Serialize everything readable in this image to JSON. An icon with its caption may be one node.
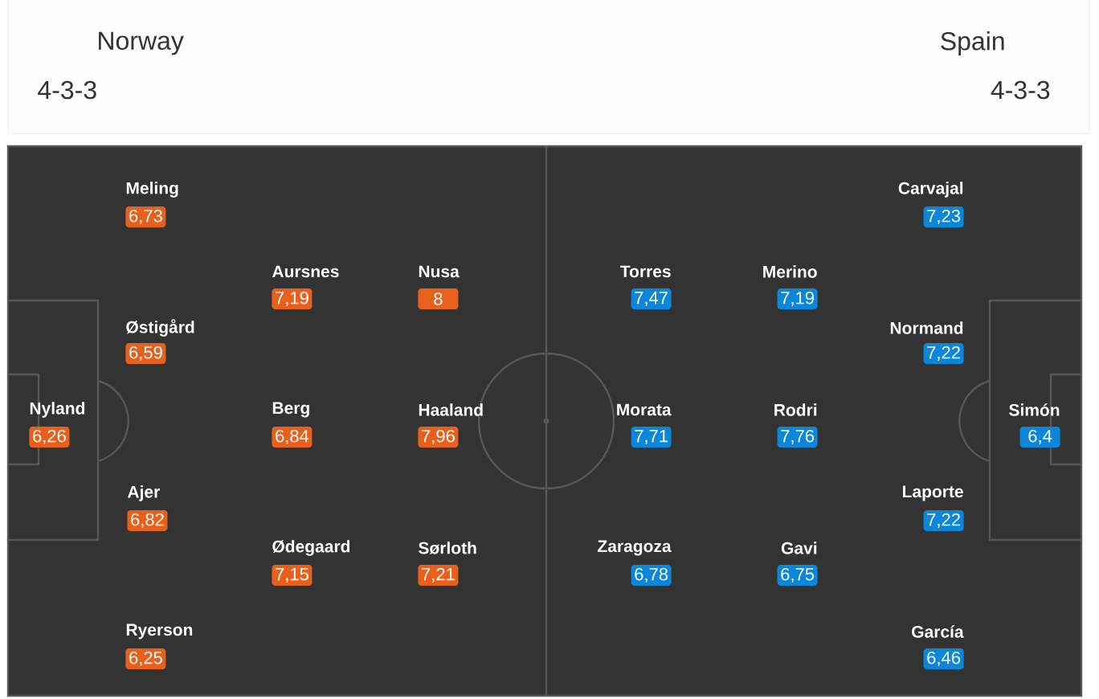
{
  "diagram": {
    "nodes": [
      {
        "text": [
          "Meling",
          "6,73"
        ]
      },
      {
        "text": [
          "Carvajal",
          "7,23"
        ]
      },
      {
        "text": [
          "Aursnes",
          "7,19"
        ]
      },
      {
        "text": [
          "Nusa",
          "8"
        ]
      },
      {
        "text": [
          "Torres",
          "7,47"
        ]
      },
      {
        "text": [
          "Merino",
          "7,19"
        ]
      },
      {
        "text": [
          "Østigård",
          "6,59"
        ]
      },
      {
        "text": [
          "Normand",
          "7,22"
        ]
      },
      {
        "text": [
          "Nyland",
          "6,26"
        ]
      },
      {
        "text": [
          "Berg",
          "6,84"
        ]
      },
      {
        "text": [
          "Haaland",
          "7,96"
        ]
      },
      {
        "text": [
          "Morata",
          "7,71"
        ]
      },
      {
        "text": [
          "Rodri",
          "7,76"
        ]
      },
      {
        "text": [
          "Simón",
          "6,4"
        ]
      },
      {
        "text": [
          "Ajer",
          "6,82"
        ]
      },
      {
        "text": [
          "Laporte",
          "7,22"
        ]
      },
      {
        "text": [
          "Ødegaard",
          "7,15"
        ]
      },
      {
        "text": [
          "Sørloth",
          "7,21"
        ]
      },
      {
        "text": [
          "Zaragoza",
          "6,78"
        ]
      },
      {
        "text": [
          "Gavi",
          "6,75"
        ]
      },
      {
        "text": [
          "Ryerson",
          "6,25"
        ]
      },
      {
        "text": [
          "García",
          "6,46"
        ]
      }
    ],
    "labels": [
      "Norway",
      "Spain",
      "4-3-3",
      "4-3-3"
    ]
  }
}
